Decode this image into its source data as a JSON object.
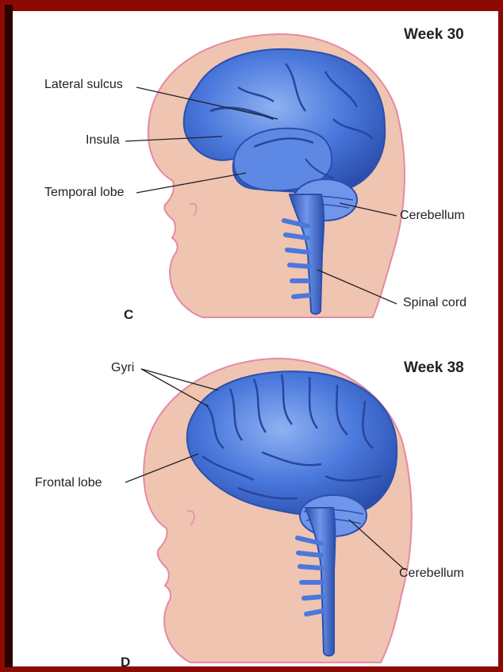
{
  "panels": [
    {
      "week": "Week 30",
      "letter": "C",
      "labels": {
        "lateral_sulcus": "Lateral sulcus",
        "insula": "Insula",
        "temporal_lobe": "Temporal lobe",
        "cerebellum": "Cerebellum",
        "spinal_cord": "Spinal cord"
      }
    },
    {
      "week": "Week 38",
      "letter": "D",
      "labels": {
        "gyri": "Gyri",
        "frontal_lobe": "Frontal lobe",
        "cerebellum": "Cerebellum"
      }
    }
  ],
  "colors": {
    "frame": "#8b0a04",
    "skin": "#efc4b0",
    "skin_outline": "#e58aa6",
    "brain": "#4a78dc",
    "brain_dark": "#2b4fae",
    "brain_light": "#8fb2f2"
  }
}
